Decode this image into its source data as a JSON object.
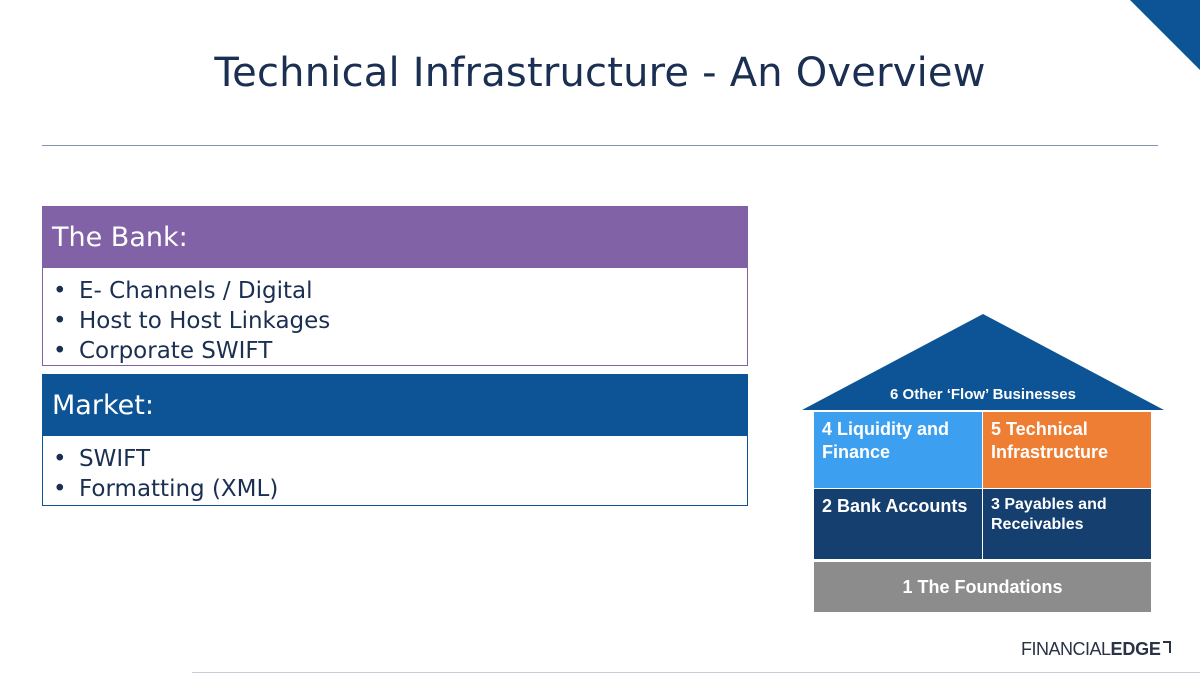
{
  "slide": {
    "title": "Technical Infrastructure - An Overview"
  },
  "bank": {
    "heading": "The Bank:",
    "items": [
      "E- Channels / Digital",
      "Host to Host Linkages",
      "Corporate SWIFT"
    ]
  },
  "market": {
    "heading": "Market:",
    "items": [
      "SWIFT",
      "Formatting (XML)"
    ]
  },
  "house": {
    "roof": "6 Other ‘Flow’ Businesses",
    "liquidity": "4 Liquidity and Finance",
    "technical": "5 Technical Infrastructure",
    "bank_accounts": "2 Bank Accounts",
    "payables": "3 Payables and Receivables",
    "foundations": "1 The Foundations"
  },
  "logo": {
    "light": "FINANCIAL",
    "bold": "EDGE"
  },
  "colors": {
    "navy": "#1b2f52",
    "purple": "#8162a6",
    "blue": "#0d5496",
    "light_blue": "#3d9ff0",
    "orange": "#ee7e34",
    "dark_navy": "#143f6e",
    "grey": "#8c8c8c"
  }
}
